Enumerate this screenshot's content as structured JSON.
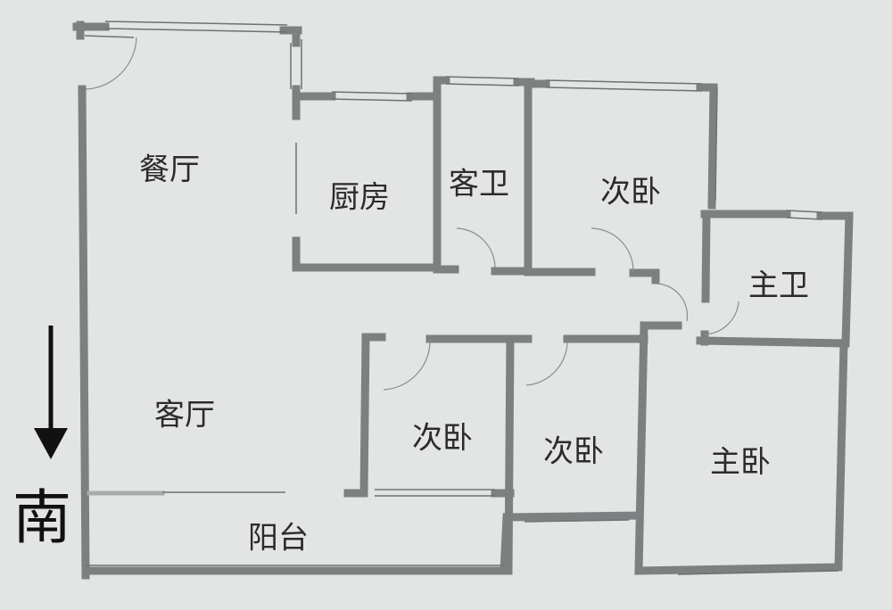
{
  "rooms": {
    "dining": "餐厅",
    "kitchen": "厨房",
    "guest_bath": "客卫",
    "bedroom_north": "次卧",
    "master_bath": "主卫",
    "living": "客厅",
    "bedroom_left": "次卧",
    "bedroom_middle": "次卧",
    "master_bedroom": "主卧",
    "balcony": "阳台"
  },
  "compass": {
    "label": "南",
    "icon": "arrow-down-icon"
  },
  "colors": {
    "wall": "#7d7f80",
    "background": "#e3e5e4"
  }
}
